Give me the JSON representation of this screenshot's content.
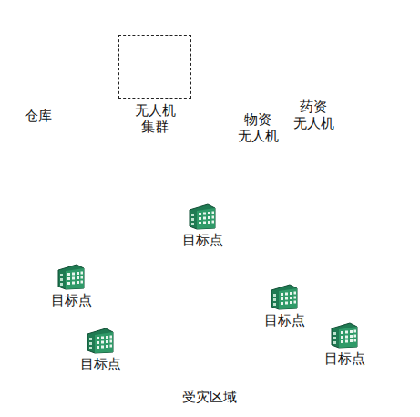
{
  "diagram": {
    "nodes": [
      {
        "text": [
          "仓库"
        ]
      },
      {
        "text": [
          "无人机 集群"
        ]
      },
      {
        "text": [
          "物资 无人机"
        ]
      },
      {
        "text": [
          "药资 无人机"
        ]
      },
      {
        "text": [
          "受灾区域"
        ]
      },
      {
        "text": [
          "目标点"
        ],
        "in": 4
      },
      {
        "text": [
          "目标点"
        ],
        "in": 4
      },
      {
        "text": [
          "目标点"
        ],
        "in": 4
      },
      {
        "text": [
          "目标点"
        ],
        "in": 4
      },
      {
        "text": [
          "目标点"
        ],
        "in": 4
      }
    ],
    "edges": [
      {
        "from": 0,
        "to": 1,
        "arrow": "to"
      },
      {
        "from": 1,
        "to": 6,
        "arrow": "to"
      },
      {
        "from": 2,
        "to": 5,
        "arrow": "to"
      },
      {
        "from": 2,
        "to": 7,
        "arrow": "to"
      },
      {
        "from": 3,
        "to": 8,
        "arrow": "to"
      },
      {
        "from": 3,
        "to": 9,
        "arrow": "to"
      }
    ]
  }
}
